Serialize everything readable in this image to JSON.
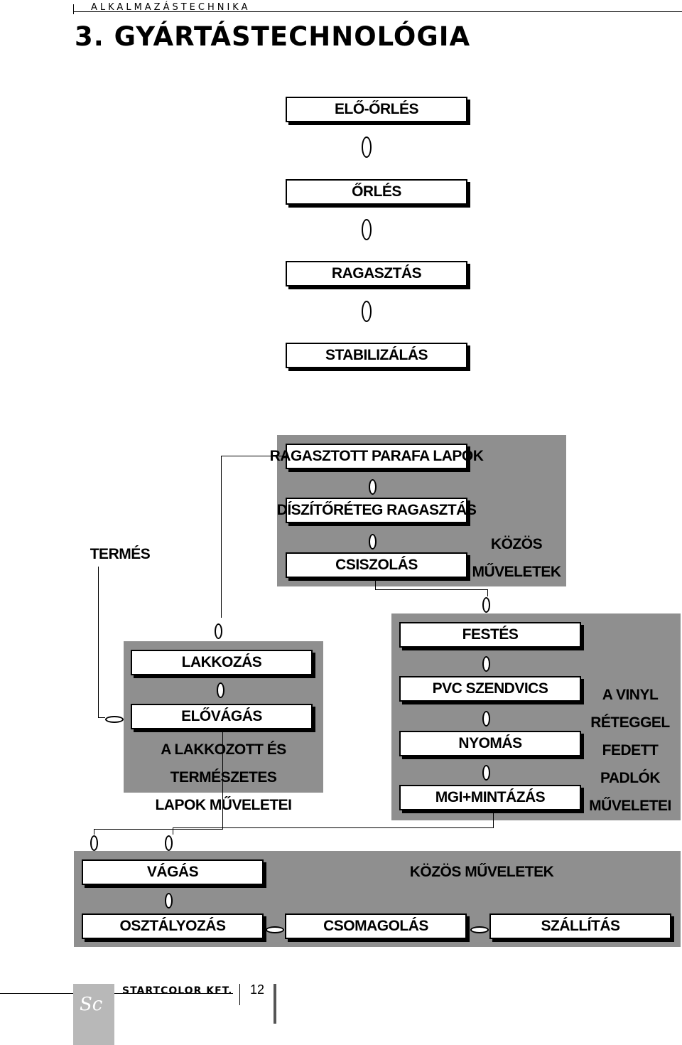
{
  "header": {
    "section_label": "ALKALMAZÁSTECHNIKA",
    "title": "3.  GYÁRTÁSTECHNOLÓGIA"
  },
  "top_flow": [
    "ELŐ-ŐRLÉS",
    "ŐRLÉS",
    "RAGASZTÁS",
    "STABILIZÁLÁS"
  ],
  "termes": "TERMÉS",
  "common_upper": {
    "steps": [
      "RAGASZTOTT PARAFA LAPOK",
      "DÍSZÍTŐRÉTEG RAGASZTÁS",
      "CSISZOLÁS"
    ],
    "label_line1": "KÖZÖS",
    "label_line2": "MŰVELETEK"
  },
  "lacquered": {
    "steps": [
      "LAKKOZÁS",
      "ELŐVÁGÁS"
    ],
    "label_line1": "A LAKKOZOTT ÉS TERMÉSZETES",
    "label_line2": "LAPOK MŰVELETEI"
  },
  "vinyl": {
    "steps": [
      "FESTÉS",
      "PVC SZENDVICS",
      "NYOMÁS",
      "MGI+MINTÁZÁS"
    ],
    "label_lines": [
      "A VINYL",
      "RÉTEGGEL",
      "FEDETT",
      "PADLÓK",
      "MŰVELETEI"
    ]
  },
  "common_lower": {
    "steps": [
      "VÁGÁS",
      "OSZTÁLYOZÁS",
      "CSOMAGOLÁS",
      "SZÁLLÍTÁS"
    ],
    "label": "KÖZÖS  MŰVELETEK"
  },
  "footer": {
    "logo": "Sc",
    "company": "STARTCOLOR KFT.",
    "page": "12"
  },
  "colors": {
    "panel_gray": "#8f8f8f",
    "footer_gray": "#b8b8b8"
  }
}
